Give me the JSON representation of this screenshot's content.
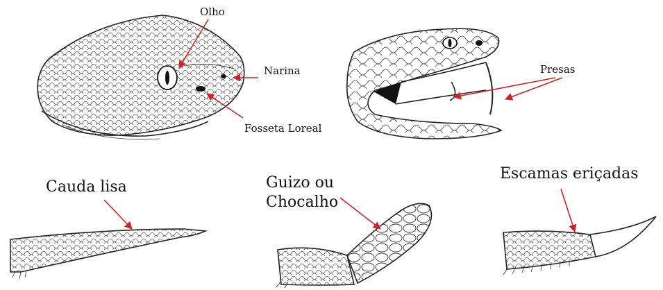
{
  "labels": {
    "olho": "Olho",
    "narina": "Narina",
    "fosseta_loreal": "Fosseta Loreal",
    "presas": "Presas",
    "cauda_lisa": "Cauda lisa",
    "guizo_linha1": "Guizo ou",
    "guizo_linha2": "Chocalho",
    "escamas": "Escamas eriçadas"
  },
  "colors": {
    "arrow": "#d42020",
    "ink": "#222222"
  }
}
